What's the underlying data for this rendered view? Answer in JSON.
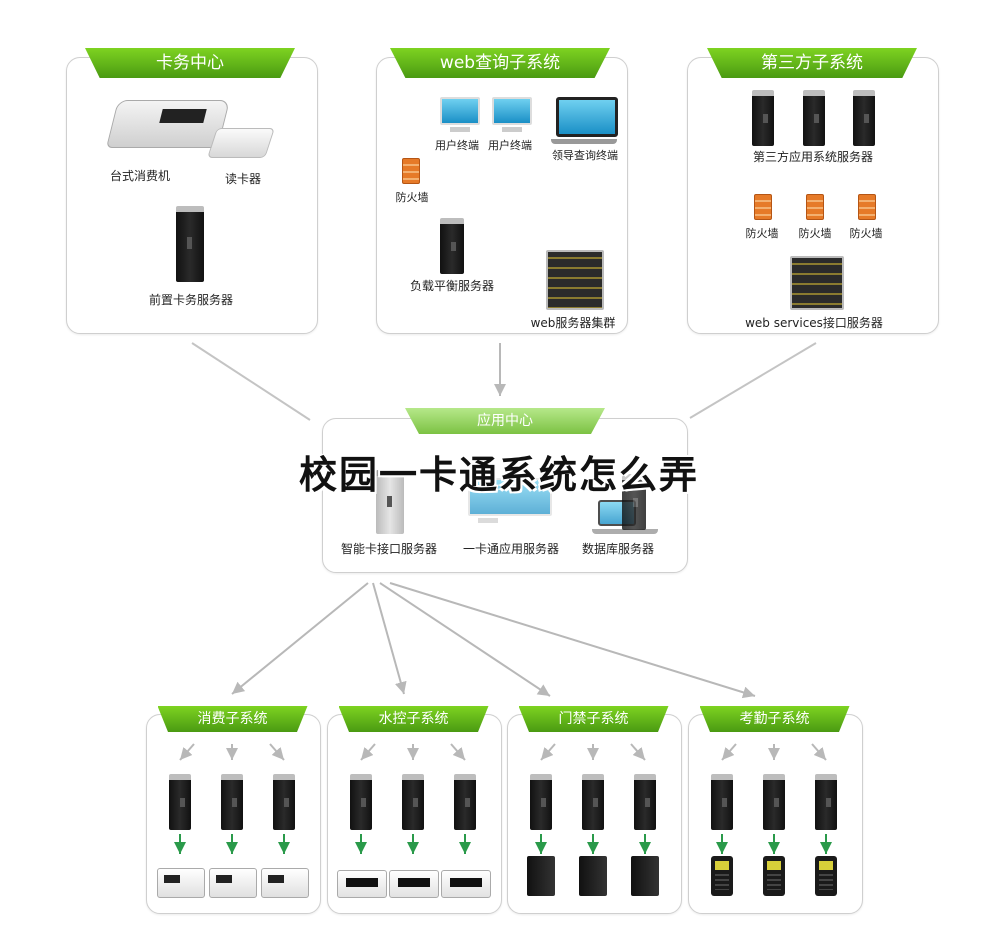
{
  "title": "校园一卡通系统怎么弄",
  "card_center": {
    "title": "卡务中心",
    "pos_label": "台式消费机",
    "reader_label": "读卡器",
    "server_label": "前置卡务服务器"
  },
  "web_query": {
    "title": "web查询子系统",
    "user_terminal_1": "用户终端",
    "user_terminal_2": "用户终端",
    "leader_terminal": "领导查询终端",
    "firewall_label": "防火墙",
    "load_balancer_label": "负载平衡服务器",
    "cluster_label": "web服务器集群"
  },
  "third_party": {
    "title": "第三方子系统",
    "app_server_label": "第三方应用系统服务器",
    "firewalls": [
      "防火墙",
      "防火墙",
      "防火墙"
    ],
    "ws_server_label": "web services接口服务器"
  },
  "app_center": {
    "title": "应用中心",
    "smart_card_server": "智能卡接口服务器",
    "app_server": "一卡通应用服务器",
    "db_server": "数据库服务器"
  },
  "subsystems": [
    {
      "title": "消费子系统",
      "device": "terminal-white"
    },
    {
      "title": "水控子系统",
      "device": "terminal-wide"
    },
    {
      "title": "门禁子系统",
      "device": "door-box"
    },
    {
      "title": "考勤子系统",
      "device": "attend"
    }
  ],
  "colors": {
    "accent_green": "#4a9a12",
    "arrow_green": "#2a9a4a",
    "arrow_gray": "#b8b8b8"
  }
}
